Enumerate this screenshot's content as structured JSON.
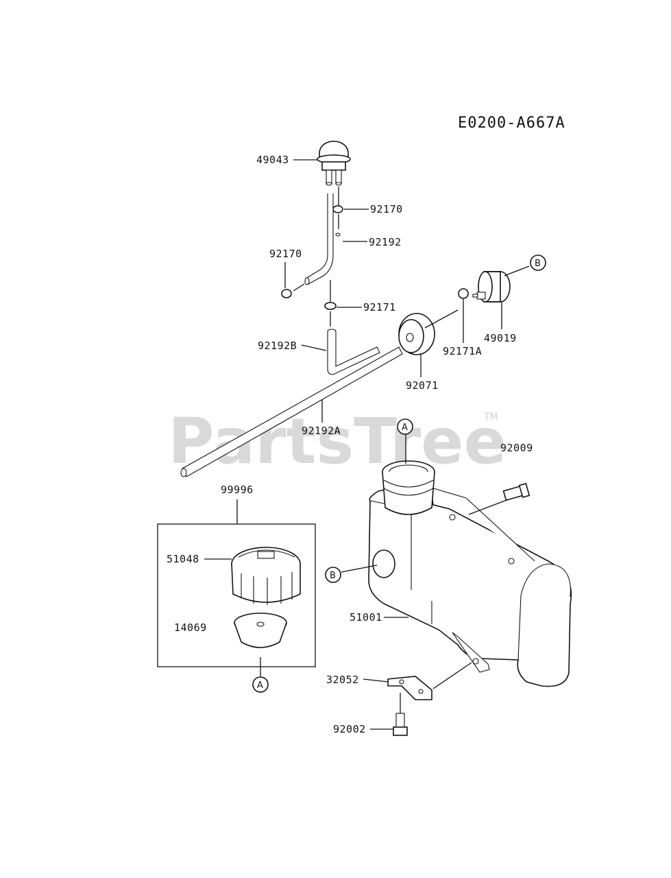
{
  "diagram_code": "E0200-A667A",
  "watermark": {
    "text": "PartsTree",
    "trademark": "TM"
  },
  "part_labels": {
    "p49043": "49043",
    "p92170_top": "92170",
    "p92192": "92192",
    "p92170_left": "92170",
    "p92171": "92171",
    "p92192B": "92192B",
    "p92071": "92071",
    "p92171A": "92171A",
    "p49019": "49019",
    "p92192A": "92192A",
    "p92009": "92009",
    "p99996": "99996",
    "p51048": "51048",
    "p14069": "14069",
    "p51001": "51001",
    "p32052": "32052",
    "p92002": "92002"
  },
  "callouts": {
    "b_filter": "B",
    "a_tank": "A",
    "b_tank": "B",
    "a_cap": "A"
  }
}
